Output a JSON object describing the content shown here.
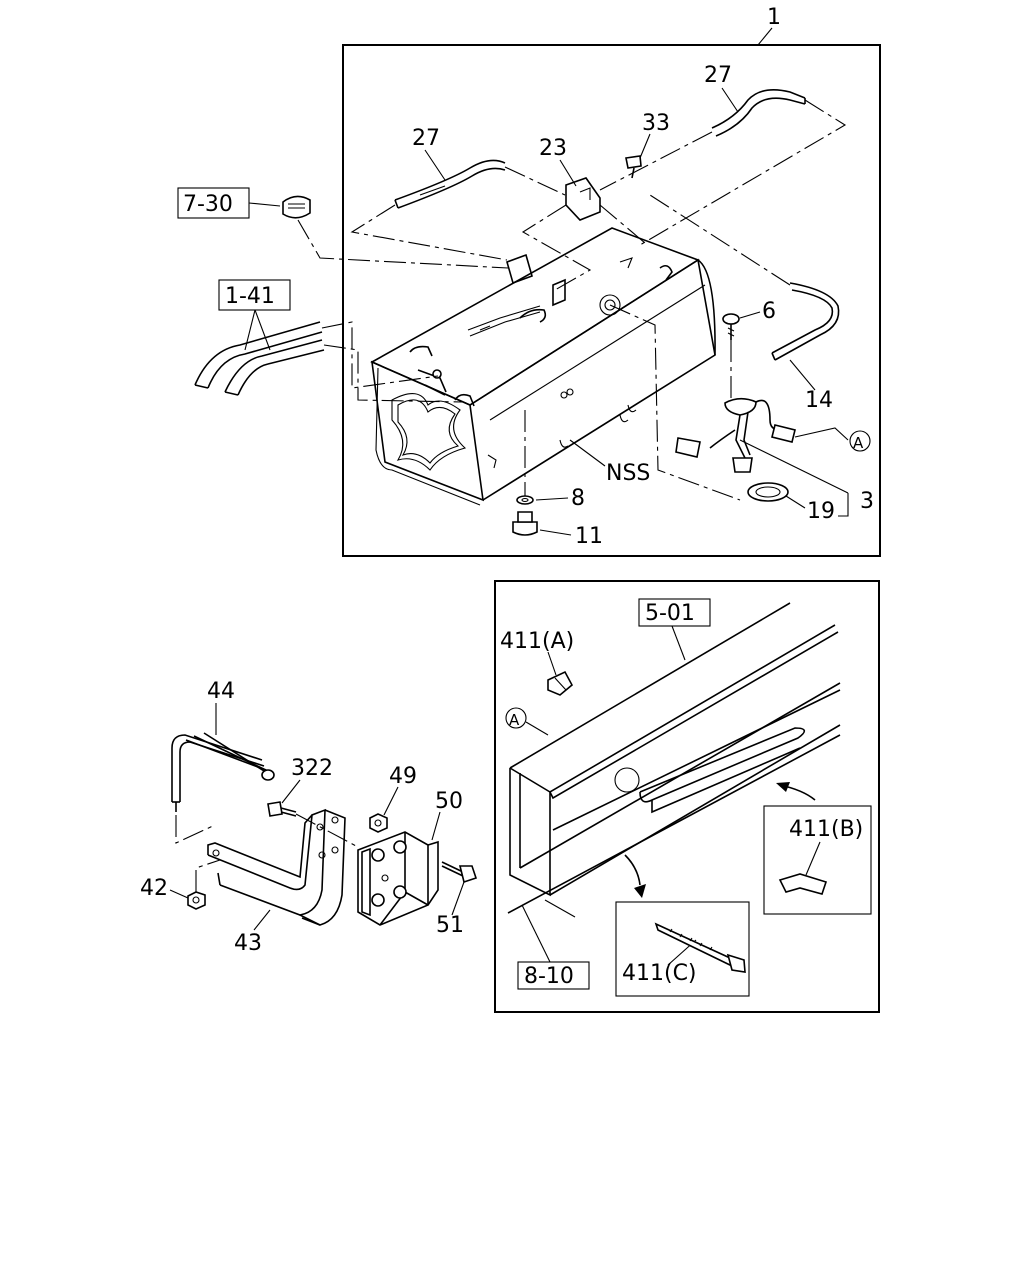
{
  "callouts": {
    "c1": "1",
    "c27a": "27",
    "c27b": "27",
    "c33": "33",
    "c23": "23",
    "c6": "6",
    "c14": "14",
    "c3": "3",
    "c19": "19",
    "c8": "8",
    "c11": "11",
    "nss": "NSS",
    "cA1": "A",
    "c44": "44",
    "c322": "322",
    "c49": "49",
    "c50": "50",
    "c42": "42",
    "c43": "43",
    "c51": "51",
    "c411a": "411(A)",
    "c411b": "411(B)",
    "c411c": "411(C)",
    "cA2": "A"
  },
  "references": {
    "r730": "7-30",
    "r141": "1-41",
    "r501": "5-01",
    "r810": "8-10"
  }
}
